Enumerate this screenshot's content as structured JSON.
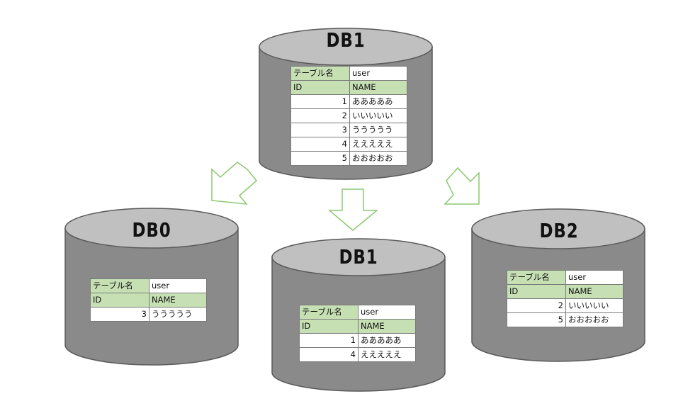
{
  "colors": {
    "cylinder_top": "#c0c0c0",
    "cylinder_body": "#8a8a8a",
    "cylinder_edge": "#5a5a5a",
    "header_fill": "#c6e0b4",
    "arrow_stroke": "#8cc870"
  },
  "databases": [
    {
      "id": "db1-source",
      "title": "DB1",
      "table_label": "テーブル名",
      "table_name": "user",
      "columns": [
        "ID",
        "NAME"
      ],
      "rows": [
        {
          "id": "1",
          "name": "あああああ"
        },
        {
          "id": "2",
          "name": "いいいいい"
        },
        {
          "id": "3",
          "name": "ううううう"
        },
        {
          "id": "4",
          "name": "えええええ"
        },
        {
          "id": "5",
          "name": "おおおおお"
        }
      ]
    },
    {
      "id": "db0",
      "title": "DB0",
      "table_label": "テーブル名",
      "table_name": "user",
      "columns": [
        "ID",
        "NAME"
      ],
      "rows": [
        {
          "id": "3",
          "name": "ううううう"
        }
      ]
    },
    {
      "id": "db1-target",
      "title": "DB1",
      "table_label": "テーブル名",
      "table_name": "user",
      "columns": [
        "ID",
        "NAME"
      ],
      "rows": [
        {
          "id": "1",
          "name": "あああああ"
        },
        {
          "id": "4",
          "name": "えええええ"
        }
      ]
    },
    {
      "id": "db2",
      "title": "DB2",
      "table_label": "テーブル名",
      "table_name": "user",
      "columns": [
        "ID",
        "NAME"
      ],
      "rows": [
        {
          "id": "2",
          "name": "いいいいい"
        },
        {
          "id": "5",
          "name": "おおおおお"
        }
      ]
    }
  ]
}
